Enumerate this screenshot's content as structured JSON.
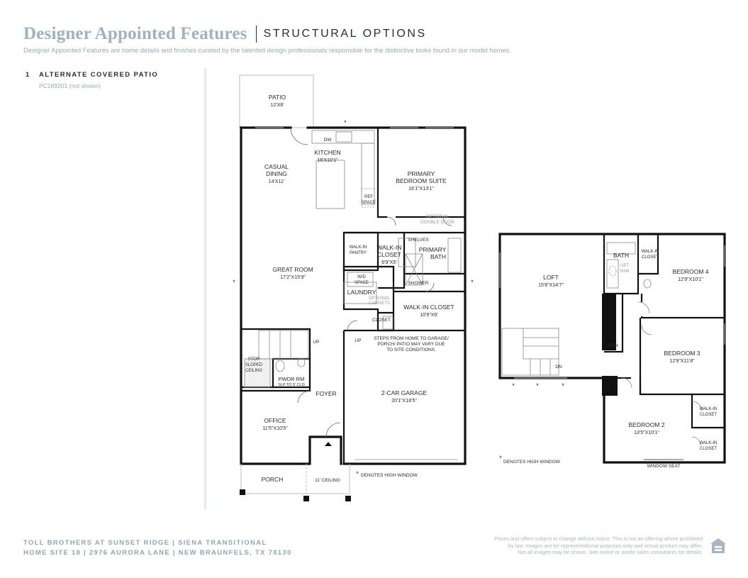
{
  "header": {
    "title": "Designer Appointed Features",
    "section": "STRUCTURAL OPTIONS",
    "subtitle": "Designer Appointed Features are home details and finishes curated by the talented design professionals responsible for the distinctive looks found in our model homes."
  },
  "option": {
    "number": "1",
    "name": "ALTERNATE COVERED PATIO",
    "code": "PC189201 (not shown)"
  },
  "first_floor": {
    "patio": {
      "name": "PATIO",
      "size": "12'X8'"
    },
    "kitchen": {
      "name": "KITCHEN",
      "size": "16'X10'1\""
    },
    "dw": "DW",
    "casual_dining": {
      "line1": "CASUAL",
      "line2": "DINING",
      "size": "14'X11'"
    },
    "ref_space": {
      "line1": "REF",
      "line2": "SPACE"
    },
    "primary_suite": {
      "line1": "PRIMARY",
      "line2": "BEDROOM SUITE",
      "size": "16'1\"X13'1\""
    },
    "optional_double_door": {
      "line1": "OPTIONAL",
      "line2": "DOUBLE DOOR"
    },
    "shelves": "SHELVES",
    "walkin_pantry": {
      "line1": "WALK-IN",
      "line2": "PANTRY"
    },
    "walkin_closet1": {
      "line1": "WALK-IN",
      "line2": "CLOSET",
      "size": "6'9\"X5'"
    },
    "primary_bath": {
      "line1": "PRIMARY",
      "line2": "BATH"
    },
    "shower": "SHOWER",
    "great_room": {
      "name": "GREAT ROOM",
      "size": "17'2\"X15'9\""
    },
    "wd_space": {
      "line1": "W/D",
      "line2": "SPACE"
    },
    "laundry": "LAUNDRY",
    "optional_cabinets": {
      "line1": "OPTIONAL",
      "line2": "CABINETS"
    },
    "walkin_closet2": {
      "name": "WALK-IN CLOSET",
      "size": "10'9\"X6'"
    },
    "closet": "CLOSET",
    "up1": "UP",
    "up2": "UP",
    "steps_note": {
      "line1": "STEPS FROM HOME TO GARAGE/",
      "line2": "PORCH/ PATIO MAY VARY DUE",
      "line3": "TO SITE CONDITIONS."
    },
    "stor": {
      "line1": "STOR",
      "line2": "SLOPED",
      "line3": "CEILING"
    },
    "pwdr": {
      "name": "PWDR RM",
      "note": "SLP TO 9' CLG"
    },
    "foyer": "FOYER",
    "garage": {
      "name": "2-CAR GARAGE",
      "size": "20'1\"X18'5\""
    },
    "office": {
      "name": "OFFICE",
      "size": "11'5\"X10'5\""
    },
    "porch": "PORCH",
    "ceiling": "11' CEILING",
    "denotes": "DENOTES HIGH WINDOW",
    "star": "*"
  },
  "second_floor": {
    "loft": {
      "name": "LOFT",
      "size": "15'8\"X14'7\""
    },
    "bath": "BATH",
    "opt_sink": {
      "line1": "OPT",
      "line2": "SINK"
    },
    "walkin_closet_a": {
      "line1": "WALK-IN",
      "line2": "CLOSET"
    },
    "bedroom4": {
      "name": "BEDROOM 4",
      "size": "12'9\"X10'1\""
    },
    "linen": "LINEN",
    "dn": "DN",
    "bedroom3": {
      "name": "BEDROOM 3",
      "size": "12'9\"X11'8\""
    },
    "walkin_closet_b": {
      "line1": "WALK-IN",
      "line2": "CLOSET"
    },
    "bedroom2": {
      "name": "BEDROOM 2",
      "size": "13'5\"X10'1\""
    },
    "walkin_closet_c": {
      "line1": "WALK-IN",
      "line2": "CLOSET"
    },
    "window_seat": "WINDOW SEAT",
    "denotes": "DENOTES HIGH WINDOW",
    "star": "*"
  },
  "footer": {
    "line1": "TOLL BROTHERS AT SUNSET RIDGE  |  SIENA TRANSITIONAL",
    "line2": "HOME SITE 18  |  2976 AURORA LANE  |  NEW BRAUNFELS, TX 78130",
    "legal1": "Prices and offers subject to change without notice. This is not an offering where prohibited",
    "legal2": "by law. Images are for representational purposes only and actual product may differ.",
    "legal3": "Not all images may be shown. See online or onsite sales consultants for details.",
    "logo_icon": "equal-housing-opportunity-icon"
  }
}
